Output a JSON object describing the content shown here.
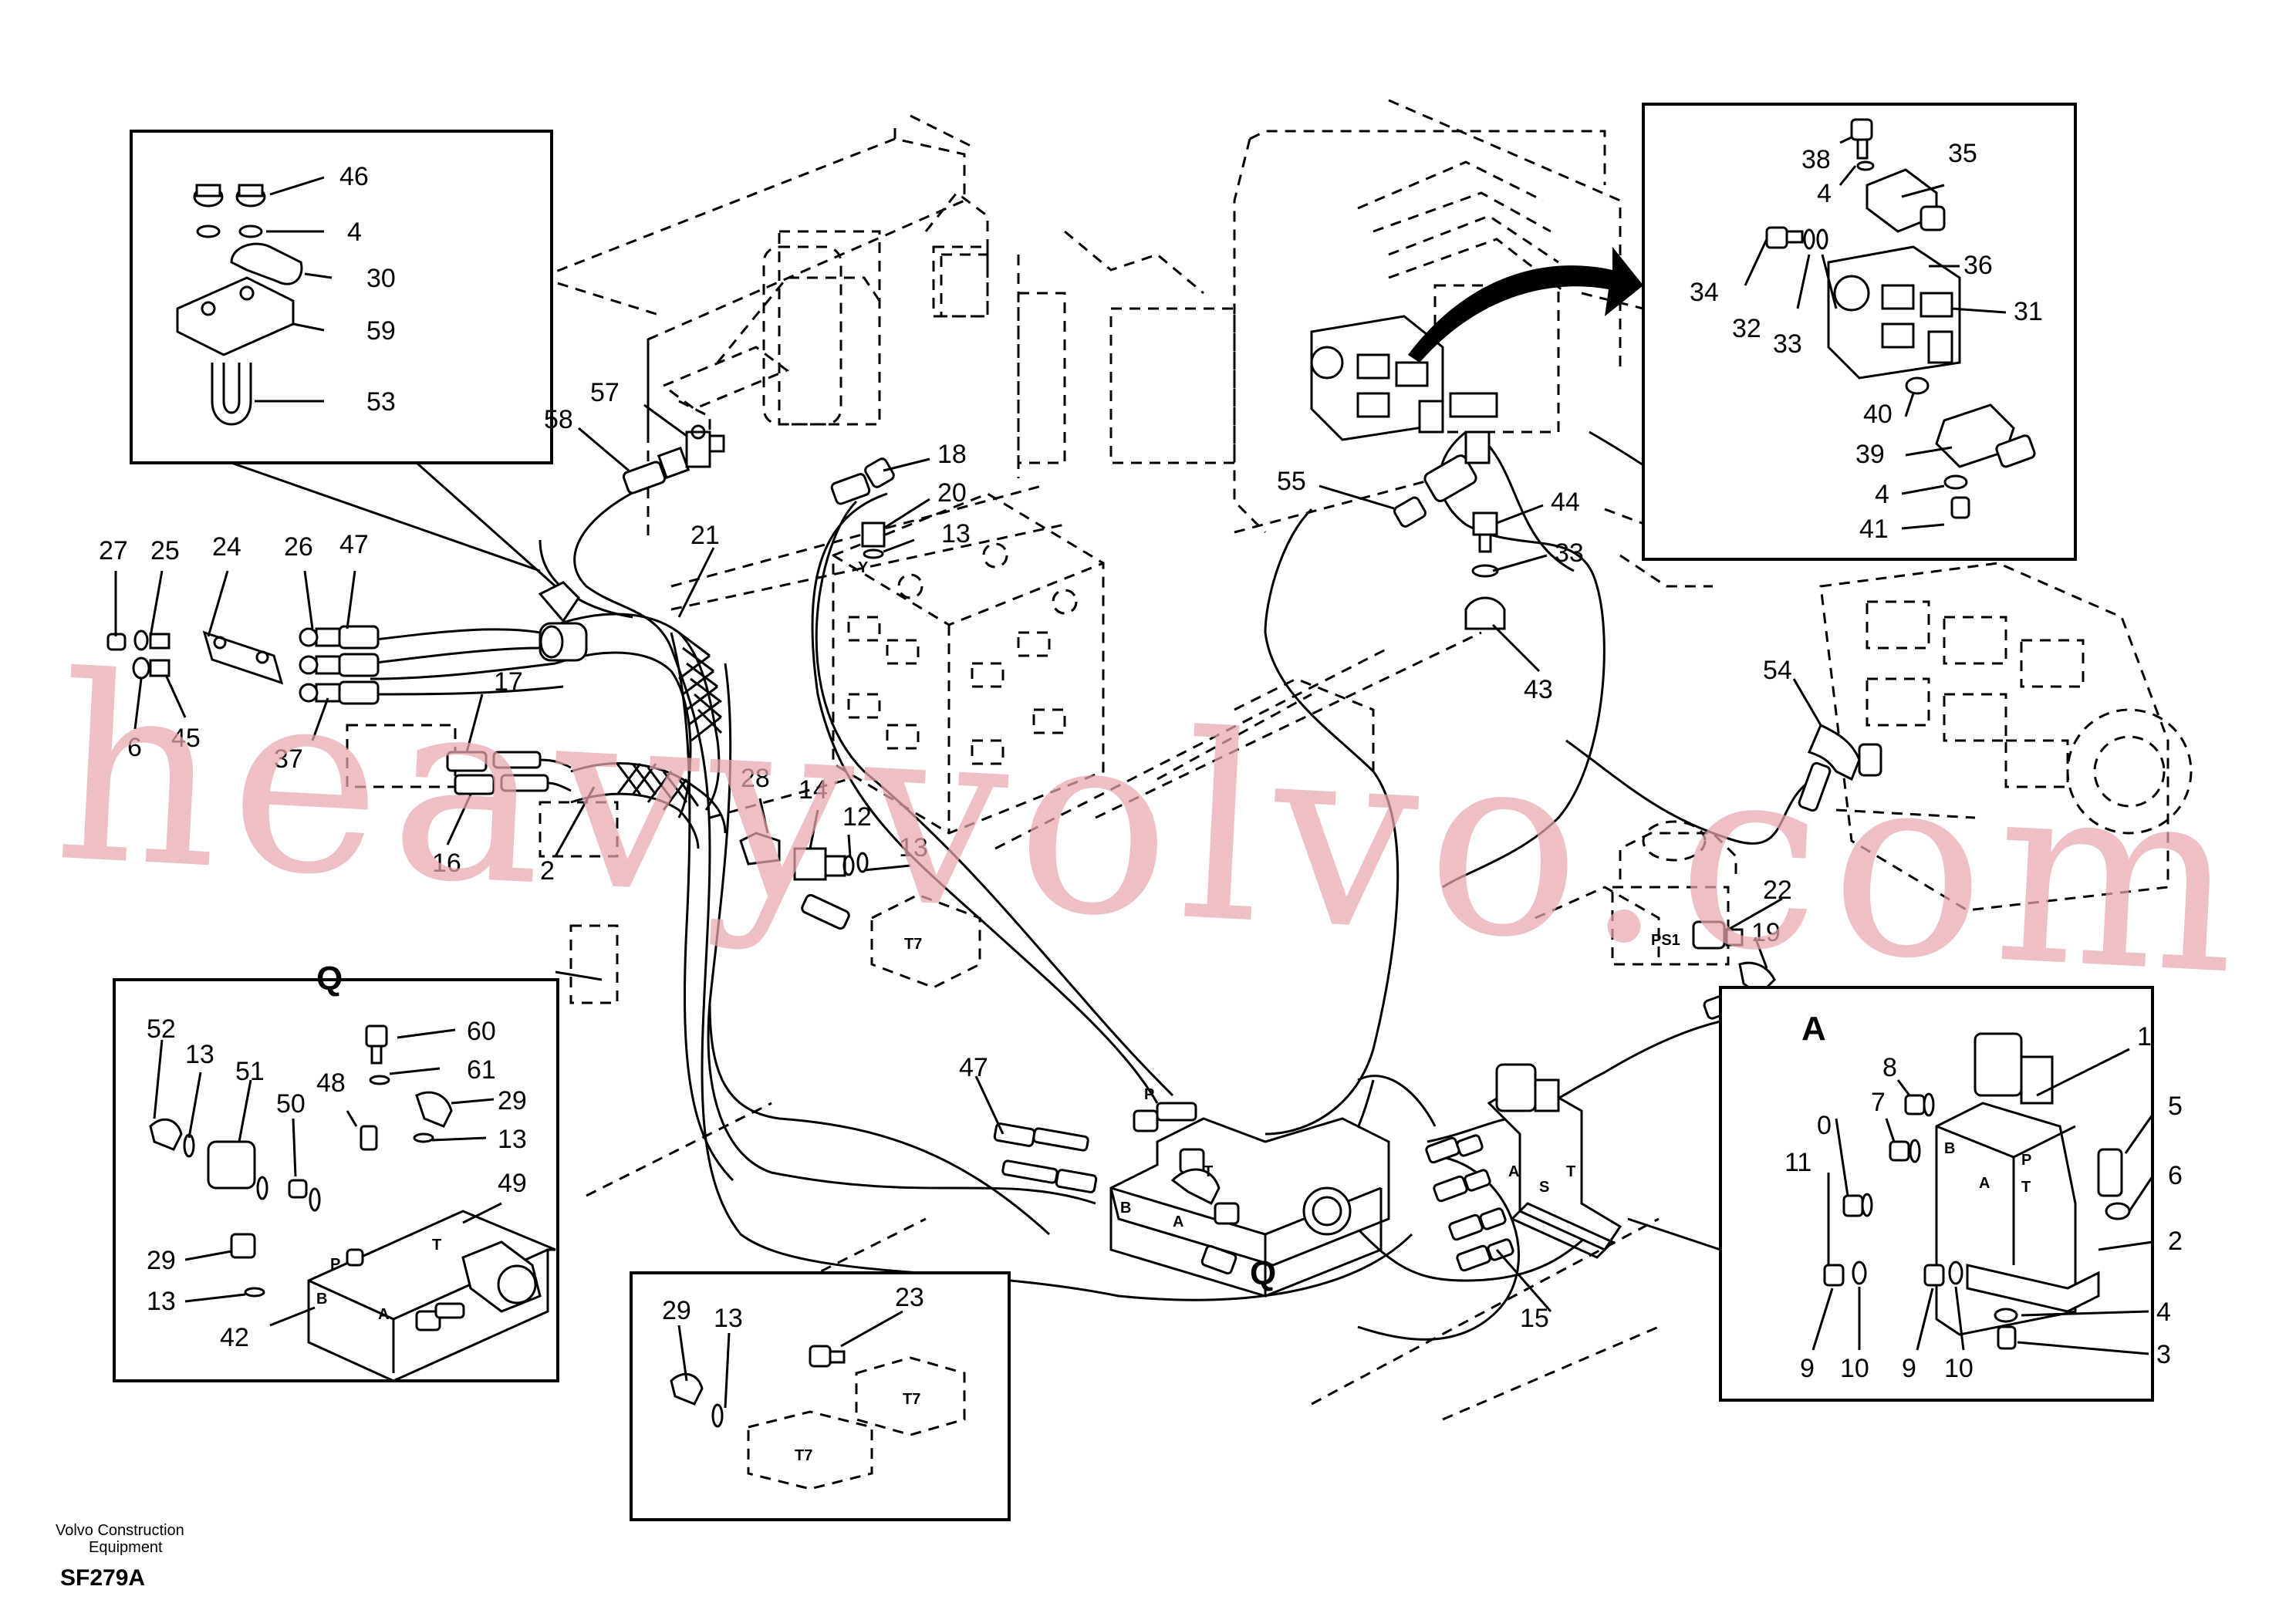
{
  "watermark": "heavyvolvo.com",
  "footer": {
    "company": "Volvo Construction Equipment",
    "code": "SF279A"
  },
  "insets": {
    "top_left": {
      "labels": [
        "46",
        "4",
        "30",
        "59",
        "53"
      ]
    },
    "top_right": {
      "labels": [
        "38",
        "35",
        "4",
        "34",
        "36",
        "31",
        "32",
        "33",
        "40",
        "39",
        "4",
        "41"
      ]
    },
    "q": {
      "title": "Q",
      "labels": [
        "60",
        "61",
        "52",
        "13",
        "51",
        "48",
        "50",
        "29",
        "13",
        "49",
        "29",
        "13",
        "42"
      ],
      "ports": [
        "P",
        "T",
        "B",
        "A"
      ]
    },
    "a": {
      "title": "A",
      "labels": [
        "1",
        "8",
        "7",
        "0",
        "11",
        "5",
        "6",
        "2",
        "4",
        "3",
        "9",
        "10",
        "9",
        "10"
      ],
      "ports": [
        "B",
        "P",
        "A",
        "T"
      ]
    },
    "bottom": {
      "labels": [
        "29",
        "13",
        "23"
      ],
      "blocks": [
        "T7",
        "T7"
      ]
    }
  },
  "main_labels": [
    "27",
    "25",
    "24",
    "26",
    "47",
    "6",
    "45",
    "37",
    "17",
    "16",
    "2",
    "58",
    "57",
    "21",
    "18",
    "20",
    "13",
    "28",
    "14",
    "12",
    "13",
    "55",
    "44",
    "33",
    "43",
    "54",
    "22",
    "19",
    "47",
    "15"
  ],
  "block_text": [
    "T7",
    "PS1",
    "P",
    "T",
    "B",
    "A",
    "Q",
    "A",
    "S",
    "T",
    "Y"
  ]
}
